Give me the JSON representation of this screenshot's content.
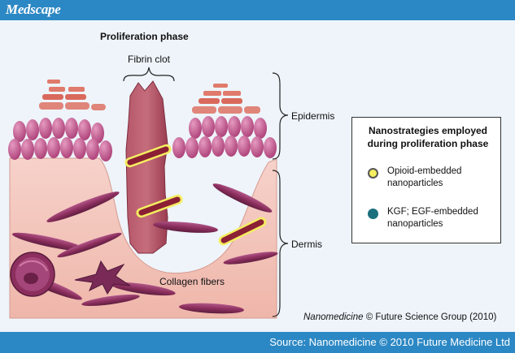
{
  "header": {
    "logo_text": "Medscape"
  },
  "diagram": {
    "title": "Proliferation phase",
    "labels": {
      "fibrin_clot": "Fibrin clot",
      "epidermis": "Epidermis",
      "dermis": "Dermis",
      "collagen_fibers": "Collagen fibers"
    },
    "colors": {
      "dermis_fill": "#f3c5bd",
      "epidermis_cell": "#c44f86",
      "collagen": "#8c2f5e",
      "clot": "#a8495a",
      "opioid_dot": "#f4ee60",
      "kgf_dot": "#1a6f7c"
    }
  },
  "legend": {
    "title": "Nanostrategies employed during proliferation phase",
    "items": [
      {
        "label": "Opioid-embedded nanoparticles",
        "color": "#f4ee60"
      },
      {
        "label": "KGF; EGF-embedded nanoparticles",
        "color": "#1a6f7c"
      }
    ]
  },
  "credit": {
    "journal": "Nanomedicine",
    "rest": " © Future Science Group (2010)"
  },
  "footer": {
    "source": "Source: Nanomedicine © 2010 Future Medicine Ltd"
  }
}
